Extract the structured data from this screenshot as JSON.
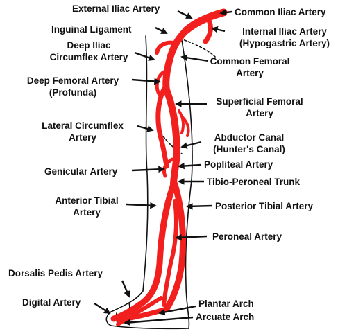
{
  "colors": {
    "artery": "#f21f1f",
    "outline": "#111111",
    "background": "#ffffff"
  },
  "labels": {
    "external_iliac": "External Iliac Artery",
    "common_iliac": "Common Iliac Artery",
    "inguinal_ligament": "Inguinal Ligament",
    "internal_iliac_1": "Internal Iliac Artery",
    "internal_iliac_2": "(Hypogastric Artery)",
    "deep_iliac_1": "Deep Iliac",
    "deep_iliac_2": "Circumflex Artery",
    "common_femoral_1": "Common Femoral",
    "common_femoral_2": "Artery",
    "deep_femoral_1": "Deep Femoral Artery",
    "deep_femoral_2": "(Profunda)",
    "superficial_femoral_1": "Superficial Femoral",
    "superficial_femoral_2": "Artery",
    "lateral_circumflex_1": "Lateral Circumflex",
    "lateral_circumflex_2": "Artery",
    "abductor_canal_1": "Abductor Canal",
    "abductor_canal_2": "(Hunter's Canal)",
    "genicular": "Genicular Artery",
    "popliteal": "Popliteal Artery",
    "tibio_peroneal": "Tibio-Peroneal Trunk",
    "anterior_tibial_1": "Anterior Tibial",
    "anterior_tibial_2": "Artery",
    "posterior_tibial": "Posterior Tibial Artery",
    "peroneal": "Peroneal Artery",
    "dorsalis_pedis": "Dorsalis Pedis Artery",
    "digital": "Digital Artery",
    "plantar_arch": "Plantar Arch",
    "arcuate_arch": "Arcuate Arch"
  }
}
